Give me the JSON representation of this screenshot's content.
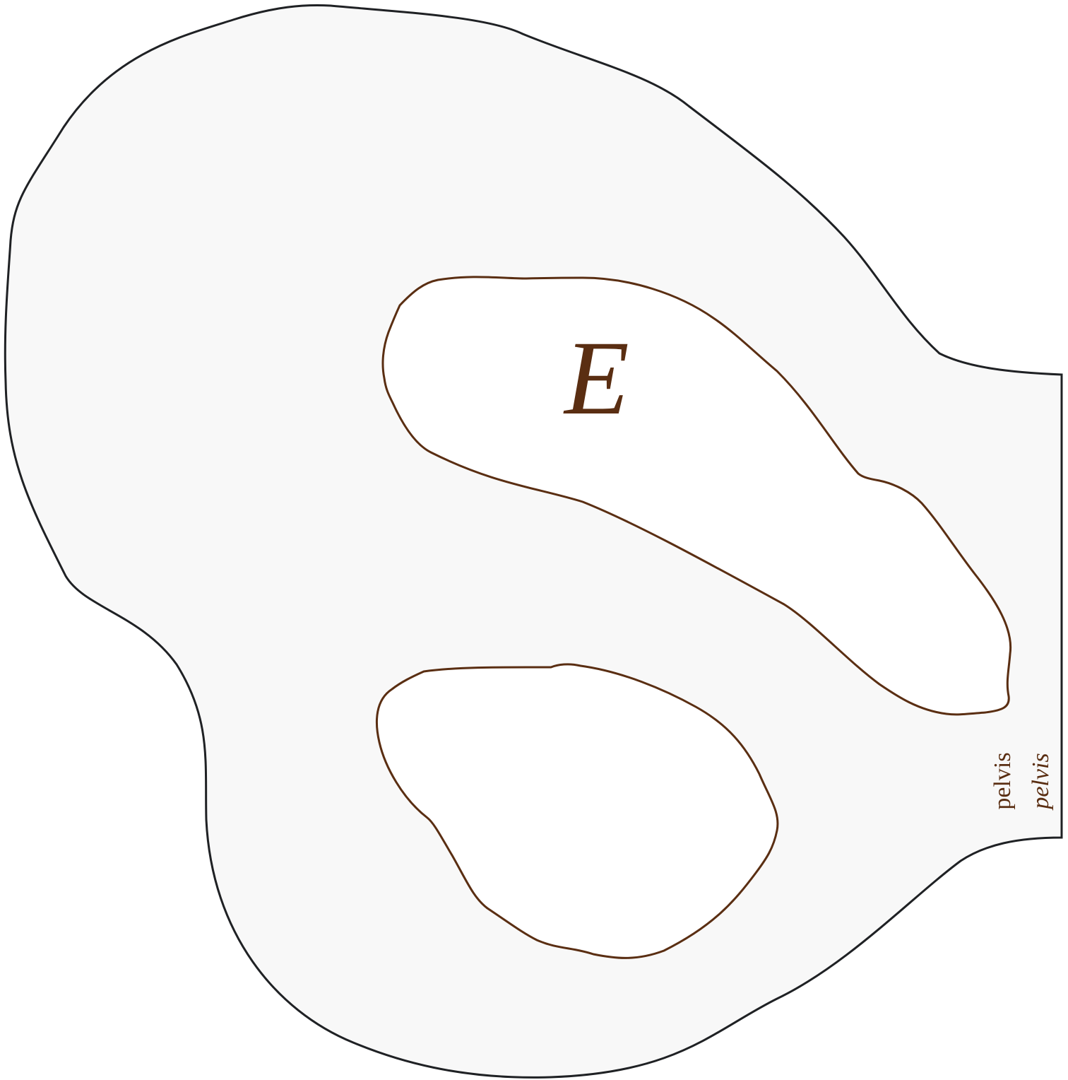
{
  "diagram": {
    "region_label": "E",
    "boundary_labels": {
      "upright": "pelvis",
      "italic": "pelvis"
    },
    "colors": {
      "outer_fill": "#f8f8f8",
      "outer_stroke": "#1f2124",
      "hole_stroke": "#5a2e12",
      "label_color": "#5a2e12"
    }
  }
}
